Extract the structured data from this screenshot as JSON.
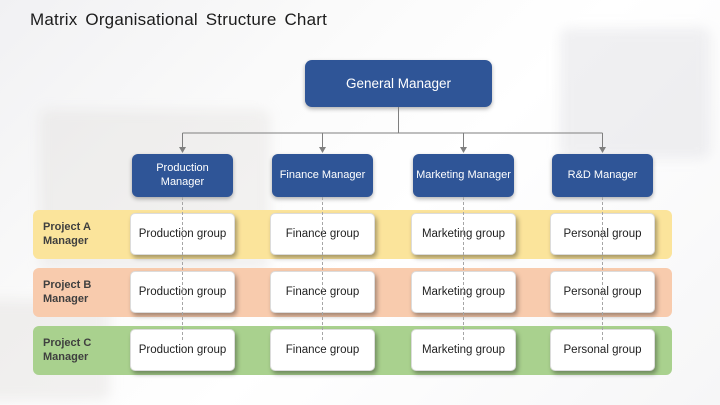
{
  "title": "Matrix Organisational Structure Chart",
  "org": {
    "root": {
      "label": "General Manager"
    },
    "managers": [
      {
        "label": "Production Manager"
      },
      {
        "label": "Finance Manager"
      },
      {
        "label": "Marketing Manager"
      },
      {
        "label": "R&D Manager"
      }
    ],
    "project_rows": [
      {
        "label_line1": "Project A",
        "label_line2": "Manager",
        "band_color": "#FBE49B",
        "groups": [
          "Production group",
          "Finance group",
          "Marketing group",
          "Personal group"
        ]
      },
      {
        "label_line1": "Project B",
        "label_line2": "Manager",
        "band_color": "#F8CBAD",
        "groups": [
          "Production group",
          "Finance group",
          "Marketing group",
          "Personal group"
        ]
      },
      {
        "label_line1": "Project C",
        "label_line2": "Manager",
        "band_color": "#A9D18E",
        "groups": [
          "Production group",
          "Finance group",
          "Marketing group",
          "Personal group"
        ]
      }
    ]
  },
  "colors": {
    "manager_box": "#2F5597",
    "connector_line": "#7F7F7F",
    "dashed_line": "#A6A6A6"
  }
}
